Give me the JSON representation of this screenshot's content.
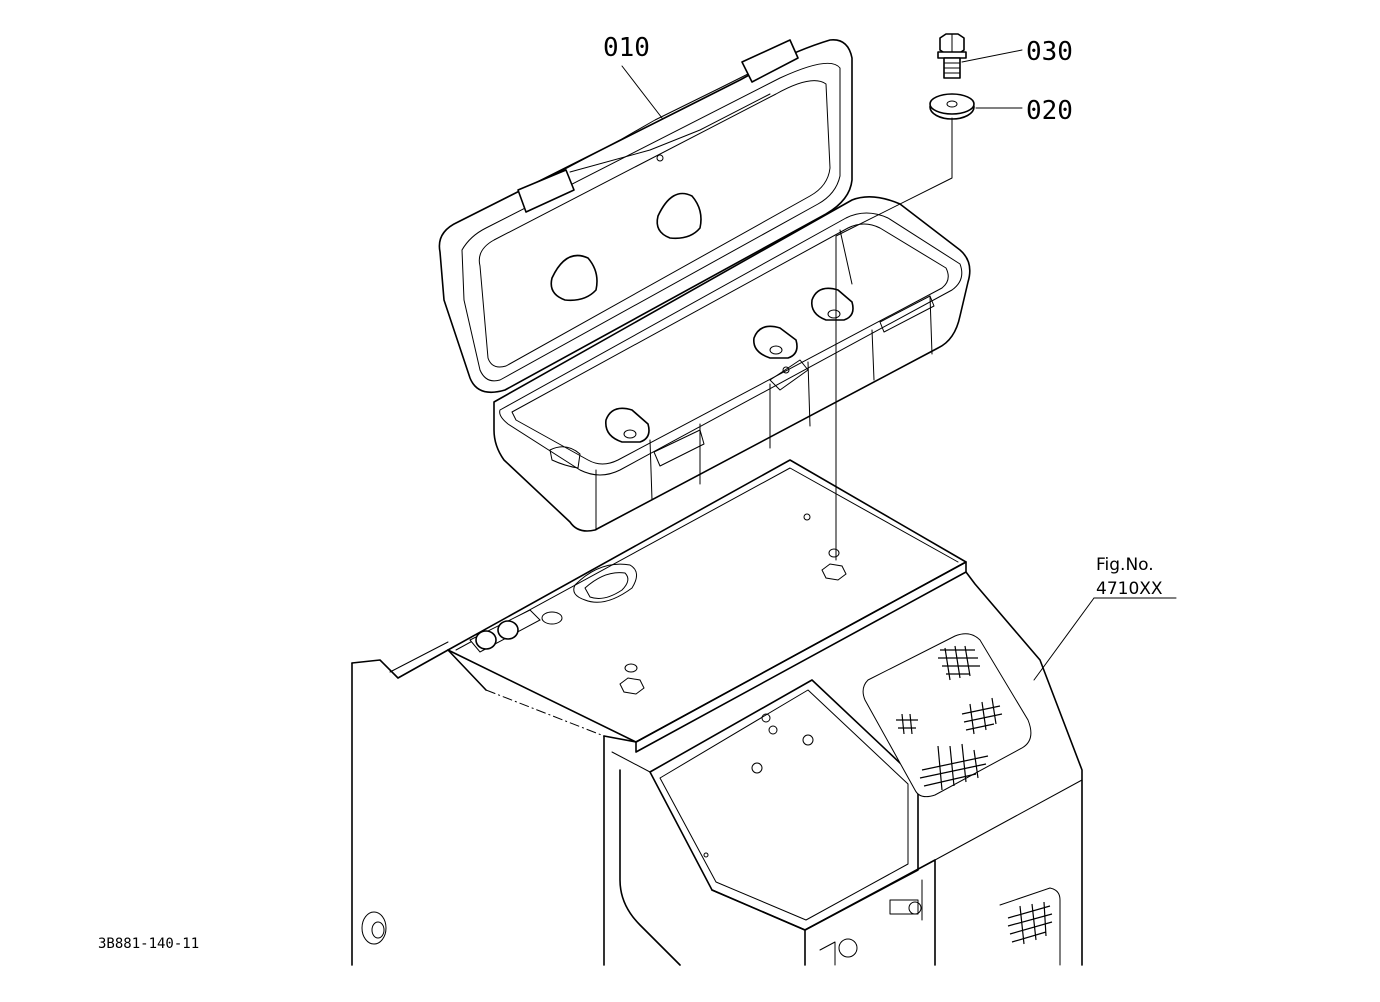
{
  "callouts": {
    "part_010": "010",
    "part_020": "020",
    "part_030": "030"
  },
  "figure_ref": {
    "line1": "Fig.No.",
    "line2": "4710XX"
  },
  "drawing_code": "3B881-140-11"
}
